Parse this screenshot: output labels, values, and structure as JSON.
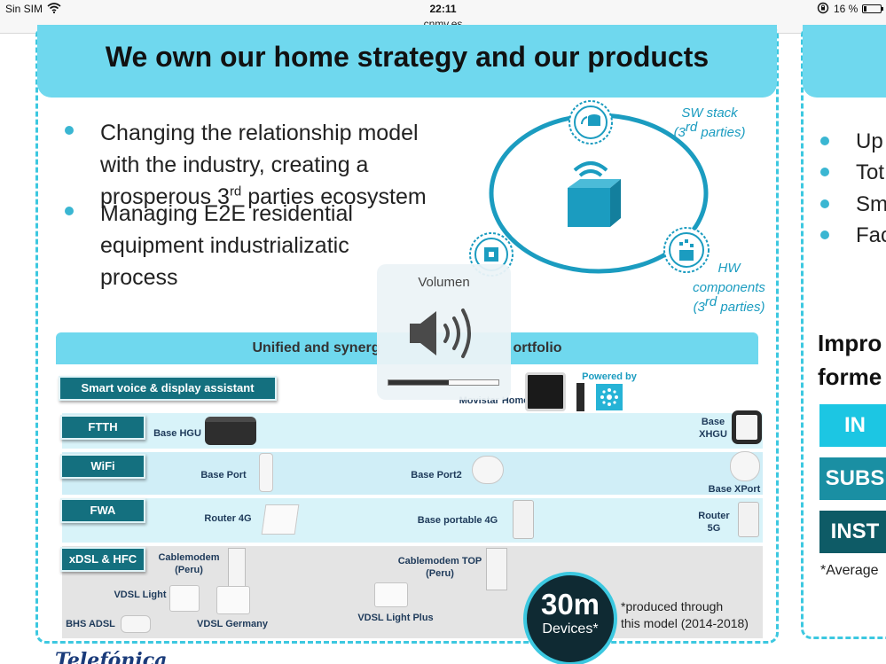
{
  "status_bar": {
    "carrier": "Sin SIM",
    "wifi_icon": "wifi-icon",
    "time": "22:11",
    "url": "cnmv.es",
    "orientation_lock_icon": "orientation-lock-icon",
    "battery_percent": "16 %",
    "battery_level": 0.16
  },
  "slide": {
    "title": "We own our home strategy and our products",
    "bullets": [
      {
        "lines": [
          "Changing the relationship model",
          "with the industry, creating a"
        ],
        "line3_pre": "prosperous 3",
        "line3_sup": "rd",
        "line3_post": " parties ecosystem"
      },
      {
        "lines": [
          "Managing E2E residential",
          "equipment industrializatic",
          "process"
        ]
      }
    ],
    "diagram": {
      "sw_label": "SW stack",
      "sw_sub_pre": "(3",
      "sw_sub_sup": "rd",
      "sw_sub_post": " parties)",
      "hw_label_1": "HW",
      "hw_label_2": "components",
      "hw_sub_pre": "(3",
      "hw_sub_sup": "rd",
      "hw_sub_post": " parties)"
    },
    "portfolio": {
      "title_pre": "Unified and synerg",
      "title_post": "ortfolio",
      "rows": {
        "smart_voice": "Smart voice & display assistant",
        "ftth": "FTTH",
        "wifi": "WiFi",
        "fwa": "FWA",
        "xdsl": "xDSL & HFC"
      },
      "products": {
        "movistar_home": "Movistar Home",
        "powered_by": "Powered by",
        "base_hgu": "Base HGU",
        "base_xhgu_1": "Base",
        "base_xhgu_2": "XHGU",
        "base_port": "Base Port",
        "base_port2": "Base Port2",
        "base_xport": "Base XPort",
        "router_4g": "Router 4G",
        "base_portable_4g": "Base portable 4G",
        "router_5g_1": "Router",
        "router_5g_2": "5G",
        "cablemodem_peru_1": "Cablemodem",
        "cablemodem_peru_2": "(Peru)",
        "cablemodem_top_1": "Cablemodem  TOP",
        "cablemodem_top_2": "(Peru)",
        "vdsl_light": "VDSL Light",
        "bhs_adsl": "BHS ADSL",
        "vdsl_germany": "VDSL Germany",
        "vdsl_light_plus": "VDSL Light Plus"
      }
    },
    "stats": {
      "value": "30m",
      "unit": "Devices*",
      "note_1": "*produced through",
      "note_2": "this model (2014-2018)"
    },
    "logo": "Telefónica"
  },
  "right_slide": {
    "bullets": [
      "Up",
      "Tot",
      "Sm",
      "Fac"
    ],
    "heading_1": "Impro",
    "heading_2": "forme",
    "boxes": [
      {
        "label": "IN",
        "color": "#1cc6e3"
      },
      {
        "label": "SUBS",
        "color": "#1a8fa3"
      },
      {
        "label": "INST",
        "color": "#0e5b66"
      }
    ],
    "note": "*Average"
  },
  "volume_hud": {
    "title": "Volumen",
    "speaker_icon": "speaker-icon",
    "level": 0.55
  },
  "colors": {
    "accent": "#6fd8ee",
    "dashed_border": "#3cc8e0",
    "chip": "#14707f",
    "dark_circle": "#0f2a33"
  }
}
